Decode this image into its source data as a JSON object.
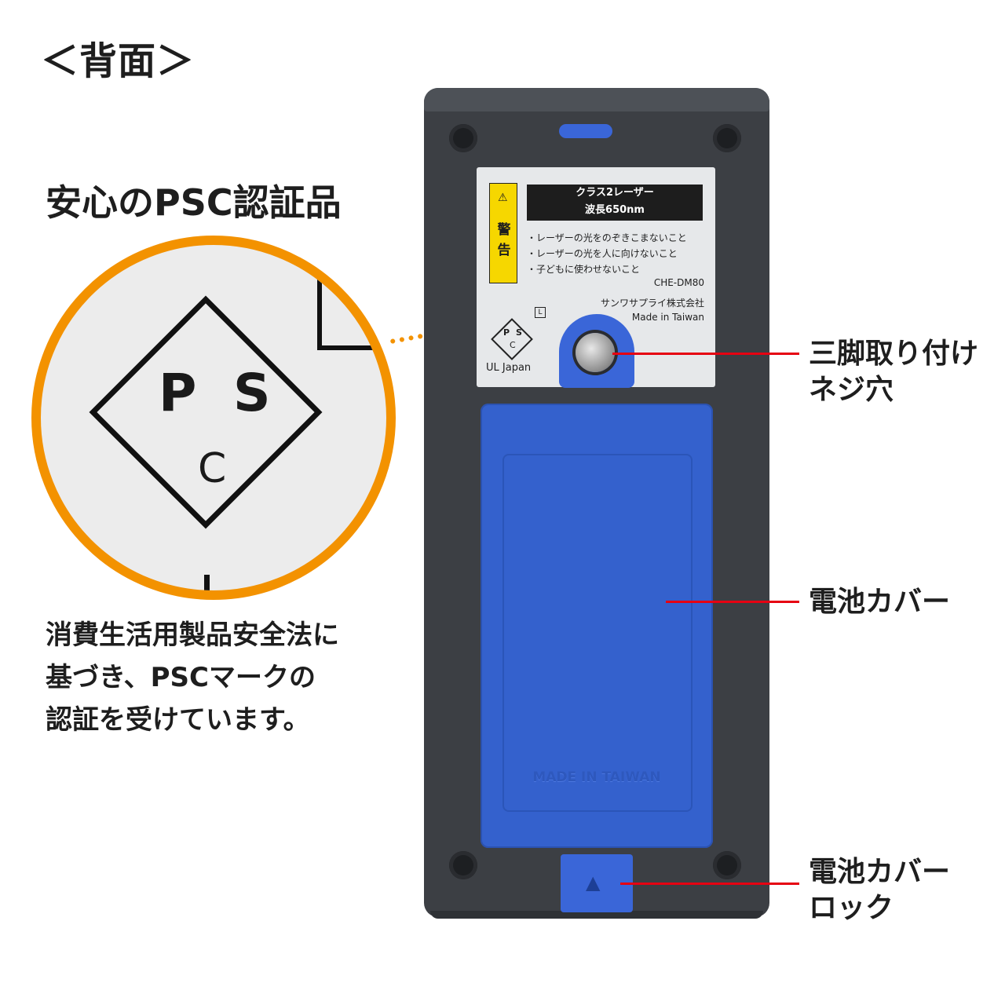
{
  "heading": "＜背面＞",
  "subheading": "安心のPSC認証品",
  "description_lines": [
    "消費生活用製品安全法に",
    "基づき、PSCマークの",
    "認証を受けています。"
  ],
  "zoom": {
    "p": "P",
    "s": "S",
    "c": "C"
  },
  "label": {
    "warning": "警告",
    "class_lines": [
      "クラス2レーザー",
      "波長650nm"
    ],
    "rules": [
      "・レーザーの光をのぞきこまないこと",
      "・レーザーの光を人に向けないこと",
      "・子どもに使わせないこと"
    ],
    "model": "CHE-DM80",
    "maker": "サンワサプライ株式会社",
    "origin": "Made in Taiwan",
    "psc_p": "P",
    "psc_s": "S",
    "psc_c": "C",
    "psc_l": "L",
    "ul": "UL Japan"
  },
  "cover_emboss": "MADE IN TAIWAN",
  "callouts": {
    "tripod": [
      "三脚取り付け",
      "ネジ穴"
    ],
    "battery_cover": [
      "電池カバー"
    ],
    "battery_lock": [
      "電池カバー",
      "ロック"
    ]
  },
  "colors": {
    "accent_orange": "#f39200",
    "callout_red": "#e60012",
    "device_blue": "#3a66d8"
  }
}
